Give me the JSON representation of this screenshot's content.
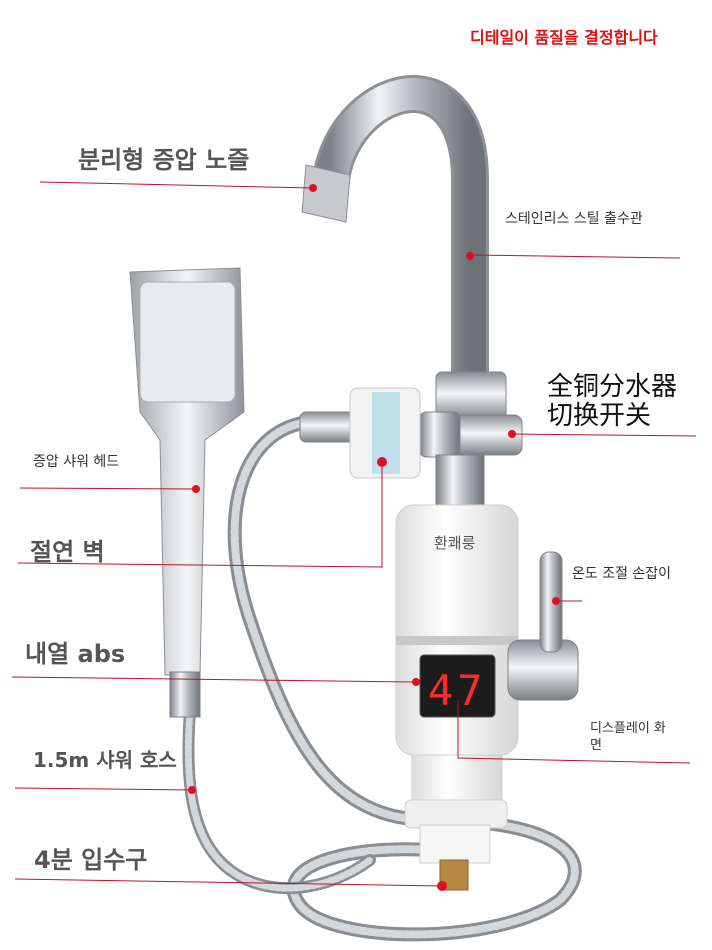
{
  "header": {
    "slogan": "디테일이 품질을 결정합니다"
  },
  "labels": {
    "nozzle": "분리형 증압 노즐",
    "spout": "스테인리스 스틸 출수관",
    "valve_line1": "全铜分水器",
    "valve_line2": "切换开关",
    "shower_head": "증압 샤워 헤드",
    "insulation": "절연 벽",
    "temp_knob": "온도 조절 손잡이",
    "heater": "내열 abs",
    "display": "디스플레이 화\n면",
    "hose": "1.5m 샤워 호스",
    "inlet": "4분 입수구"
  },
  "product": {
    "brand": "환쾌룽",
    "temperature_display": "47"
  },
  "colors": {
    "leader_line": "#c0102a",
    "dot": "#e01020",
    "display_digits": "#ff2a2a",
    "body": "#f4f4f4",
    "chrome": "#c9ccd0"
  }
}
